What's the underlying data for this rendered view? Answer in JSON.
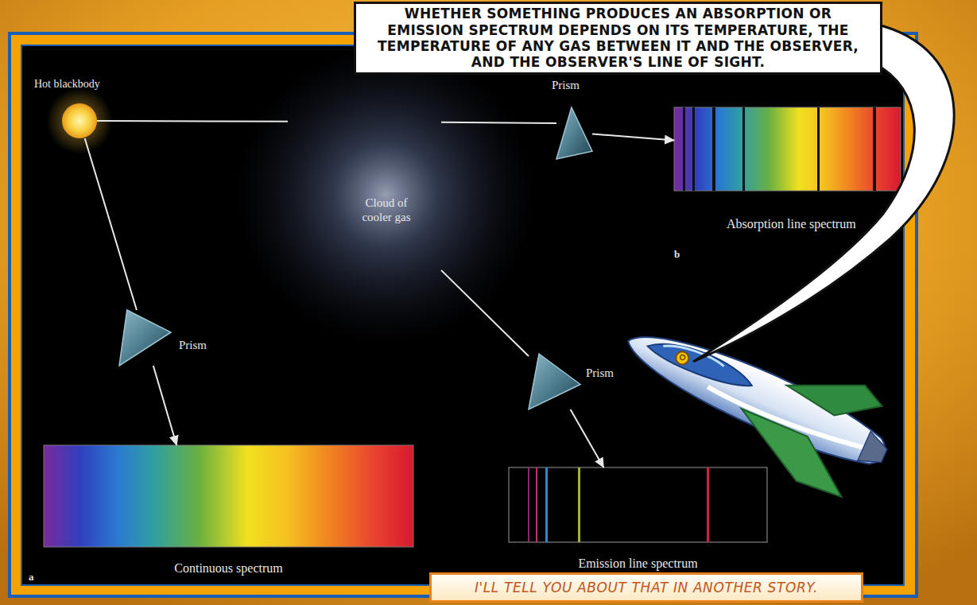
{
  "diagram": {
    "caption": "I'LL TELL YOU ABOUT THAT IN ANOTHER STORY.",
    "nodes": [
      {
        "text": [
          "WHETHER SOMETHING PRODUCES AN ABSORPTION OR EMISSION SPECTRUM DEPENDS ON ITS TEMPERATURE, THE TEMPERATURE OF ANY GAS BETWEEN IT AND THE OBSERVER, AND THE OBSERVER'S LINE OF SIGHT."
        ]
      },
      {
        "text": [
          "Hot blackbody"
        ]
      },
      {
        "text": [
          "Cloud of cooler gas"
        ]
      },
      {
        "text": [
          "Prism"
        ]
      },
      {
        "text": [
          "Absorption line spectrum"
        ]
      },
      {
        "text": [
          "Prism"
        ]
      },
      {
        "text": [
          "Prism"
        ]
      },
      {
        "text": [
          "Continuous spectrum"
        ]
      },
      {
        "text": [
          "Emission line spectrum"
        ]
      }
    ],
    "edges": [
      {
        "from": 1,
        "to": 2,
        "arrow": "none"
      },
      {
        "from": 2,
        "to": 3,
        "arrow": "none"
      },
      {
        "from": 3,
        "to": 4,
        "arrow": "to"
      },
      {
        "from": 1,
        "to": 5,
        "arrow": "none"
      },
      {
        "from": 5,
        "to": 7,
        "arrow": "to"
      },
      {
        "from": 2,
        "to": 6,
        "arrow": "none"
      },
      {
        "from": 6,
        "to": 8,
        "arrow": "to"
      }
    ],
    "labels": [
      "b",
      "a"
    ]
  }
}
